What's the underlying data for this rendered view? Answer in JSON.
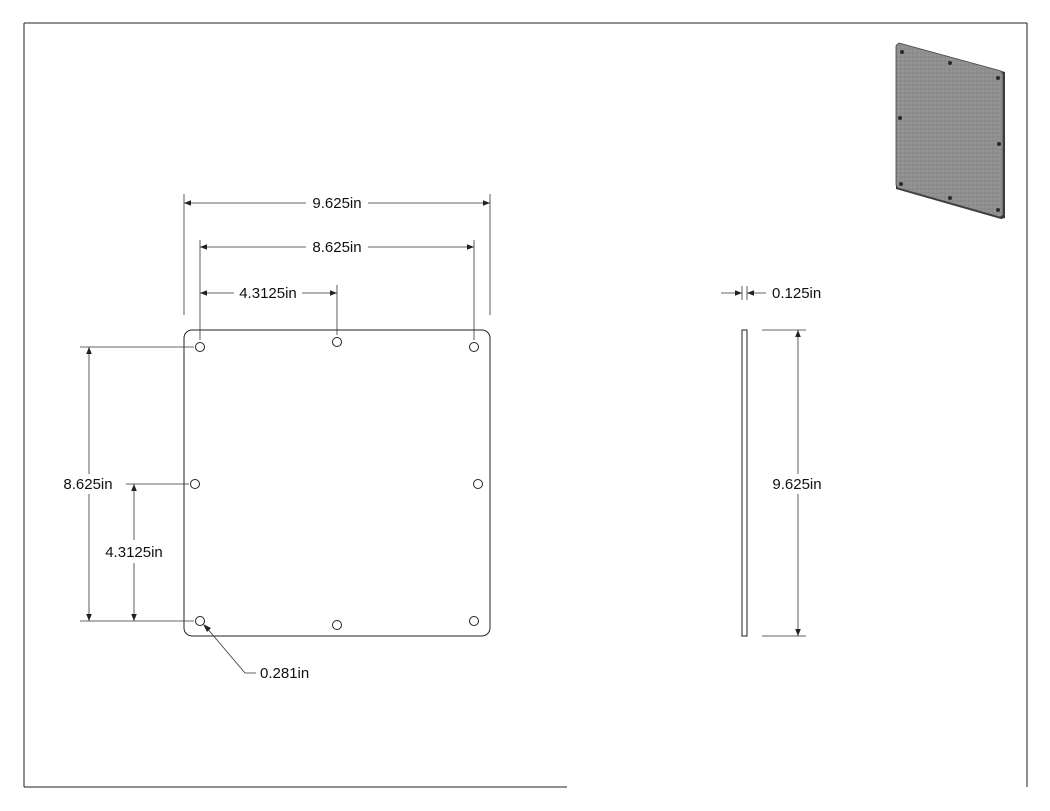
{
  "drawing": {
    "title": "",
    "units": "in",
    "plate": {
      "width": 9.625,
      "height": 9.625,
      "thickness": 0.125,
      "hole_diameter": 0.281,
      "hole_spacing": 8.625,
      "hole_half_spacing": 4.3125,
      "hole_count": 8
    },
    "labels": {
      "overall_width": "9.625in",
      "hole_span_horizontal": "8.625in",
      "hole_half_horizontal": "4.3125in",
      "hole_span_vertical": "8.625in",
      "hole_half_vertical": "4.3125in",
      "hole_diameter": "0.281in",
      "thickness": "0.125in",
      "side_height": "9.625in"
    },
    "colors": {
      "line": "#222222",
      "iso_plate_fill": "#8c8c8c",
      "iso_plate_edge": "#3a3a3a"
    }
  }
}
